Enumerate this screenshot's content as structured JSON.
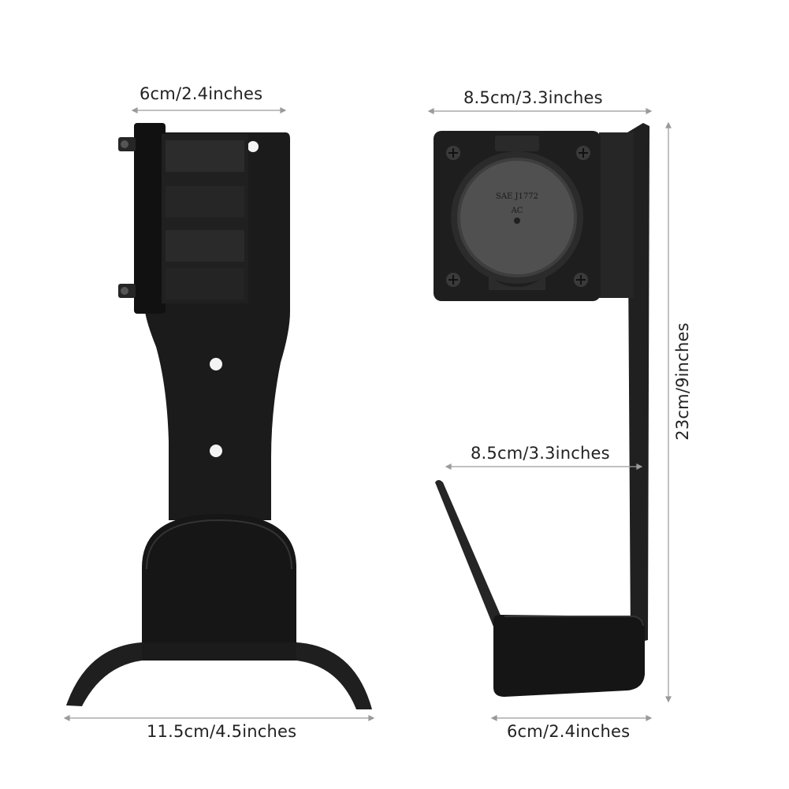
{
  "colors": {
    "background": "#ffffff",
    "metal": "#1b1b1b",
    "metal_highlight": "#2e2e2e",
    "dimension_line": "#9a9a9a",
    "text": "#222222"
  },
  "dimensions": {
    "left_top_width": "6cm/2.4inches",
    "left_bottom_width": "11.5cm/4.5inches",
    "right_top_width": "8.5cm/3.3inches",
    "right_hook_depth": "8.5cm/3.3inches",
    "right_height": "23cm/9inches",
    "right_bottom_width": "6cm/2.4inches"
  },
  "socket": {
    "marking_line1": "SAE J1772",
    "marking_line2": "AC"
  }
}
